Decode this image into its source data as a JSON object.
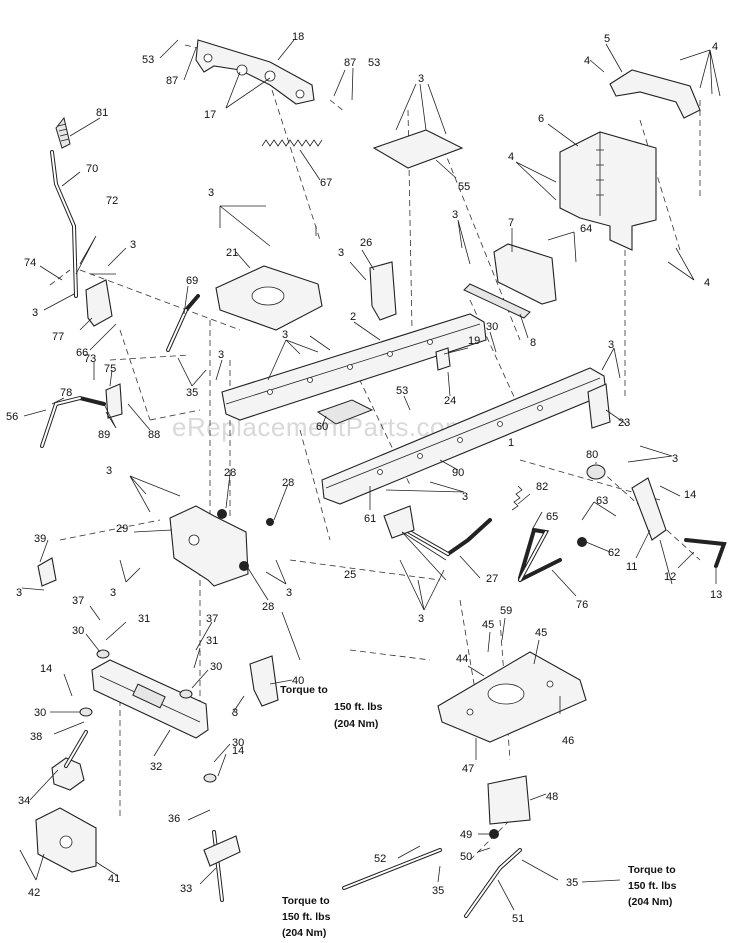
{
  "watermark": "eReplacementParts.com",
  "callouts": [
    "1",
    "2",
    "3",
    "4",
    "5",
    "6",
    "7",
    "8",
    "11",
    "12",
    "13",
    "14",
    "17",
    "18",
    "19",
    "21",
    "23",
    "24",
    "25",
    "26",
    "27",
    "28",
    "29",
    "30",
    "31",
    "32",
    "33",
    "34",
    "35",
    "36",
    "37",
    "38",
    "39",
    "40",
    "41",
    "42",
    "44",
    "45",
    "46",
    "47",
    "48",
    "49",
    "50",
    "51",
    "52",
    "53",
    "55",
    "56",
    "59",
    "60",
    "61",
    "62",
    "63",
    "64",
    "65",
    "66",
    "67",
    "69",
    "70",
    "72",
    "73",
    "74",
    "75",
    "76",
    "77",
    "78",
    "80",
    "81",
    "82",
    "87",
    "88",
    "89",
    "90"
  ],
  "notes": {
    "torque_center": [
      "Torque to",
      "150 ft. lbs",
      "(204 Nm)"
    ],
    "torque_right": [
      "Torque to",
      "150 ft. lbs",
      "(204 Nm)"
    ],
    "torque_bottom": [
      "Torque to",
      "150 ft. lbs",
      "(204 Nm)"
    ]
  },
  "colors": {
    "line": "#222222",
    "watermark": "#d9d9d9",
    "paper": "#ffffff"
  }
}
